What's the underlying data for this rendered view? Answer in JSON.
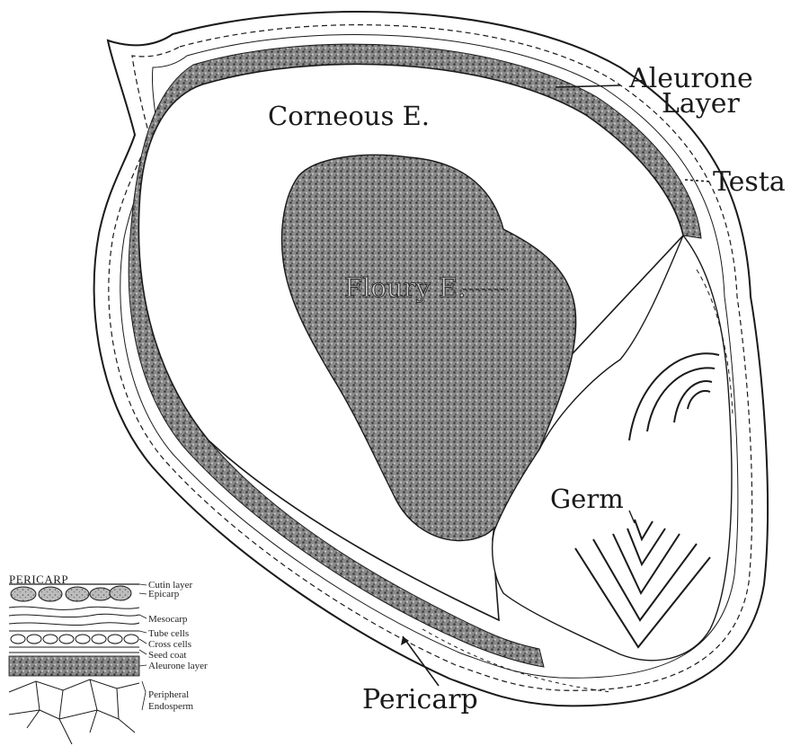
{
  "labels": {
    "aleurone_line1": "Aleurone",
    "aleurone_line2": "Layer",
    "corneous": "Corneous E.",
    "testa": "Testa",
    "floury": "Floury E.",
    "germ": "Germ",
    "pericarp": "Pericarp"
  },
  "inset": {
    "title": "PERICARP",
    "layers": [
      "Cutin layer",
      "Epicarp",
      "Mesocarp",
      "Tube cells",
      "Cross cells",
      "Seed coat",
      "Aleurone layer",
      "Peripheral",
      "Endosperm"
    ]
  },
  "colors": {
    "ink": "#1a1a1a",
    "stipple_dark": "#6e6e6e",
    "stipple_light": "#a9a9a9",
    "background": "#ffffff"
  }
}
